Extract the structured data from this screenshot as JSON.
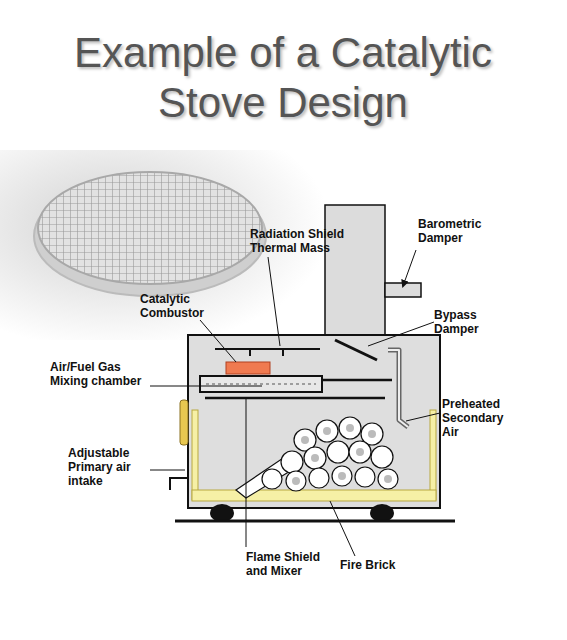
{
  "diagram": {
    "title": "Example of a Catalytic Stove Design",
    "labels": [
      "Radiation Shield Thermal Mass",
      "Barometric Damper",
      "Catalytic Combustor",
      "Bypass Damper",
      "Air/Fuel Gas Mixing chamber",
      "Preheated Secondary Air",
      "Adjustable Primary air intake",
      "Flame Shield and Mixer",
      "Fire Brick"
    ]
  }
}
